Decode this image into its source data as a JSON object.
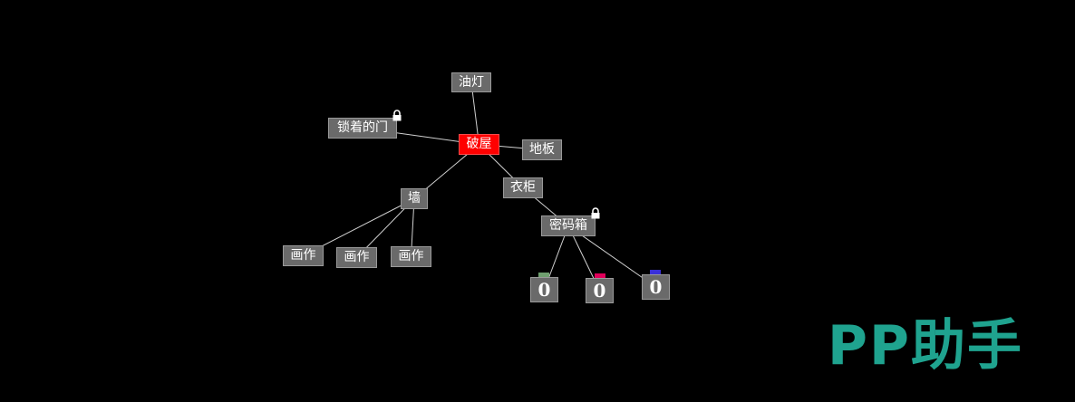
{
  "colors": {
    "background": "#000000",
    "node": "#6a6a6a",
    "current_node": "#ff0000",
    "link": "#d0d0d0",
    "watermark": "#1fa38f"
  },
  "map": {
    "nodes": {
      "lamp": {
        "label": "油灯"
      },
      "locked_door": {
        "label": "锁着的门",
        "locked": true
      },
      "hut": {
        "label": "破屋",
        "current": true
      },
      "floor": {
        "label": "地板"
      },
      "wall": {
        "label": "墙"
      },
      "wardrobe": {
        "label": "衣柜"
      },
      "safe": {
        "label": "密码箱",
        "locked": true
      },
      "painting_1": {
        "label": "画作"
      },
      "painting_2": {
        "label": "画作"
      },
      "painting_3": {
        "label": "画作"
      },
      "dial_1": {
        "label": "0",
        "tab_color": "#6f9f6f"
      },
      "dial_2": {
        "label": "0",
        "tab_color": "#e0005a"
      },
      "dial_3": {
        "label": "0",
        "tab_color": "#3a30d8"
      }
    },
    "links": [
      [
        "hut",
        "lamp"
      ],
      [
        "hut",
        "locked_door"
      ],
      [
        "hut",
        "floor"
      ],
      [
        "hut",
        "wall"
      ],
      [
        "hut",
        "wardrobe"
      ],
      [
        "wardrobe",
        "safe"
      ],
      [
        "wall",
        "painting_1"
      ],
      [
        "wall",
        "painting_2"
      ],
      [
        "wall",
        "painting_3"
      ],
      [
        "safe",
        "dial_1"
      ],
      [
        "safe",
        "dial_2"
      ],
      [
        "safe",
        "dial_3"
      ]
    ]
  },
  "watermark": {
    "text": "PP助手"
  }
}
